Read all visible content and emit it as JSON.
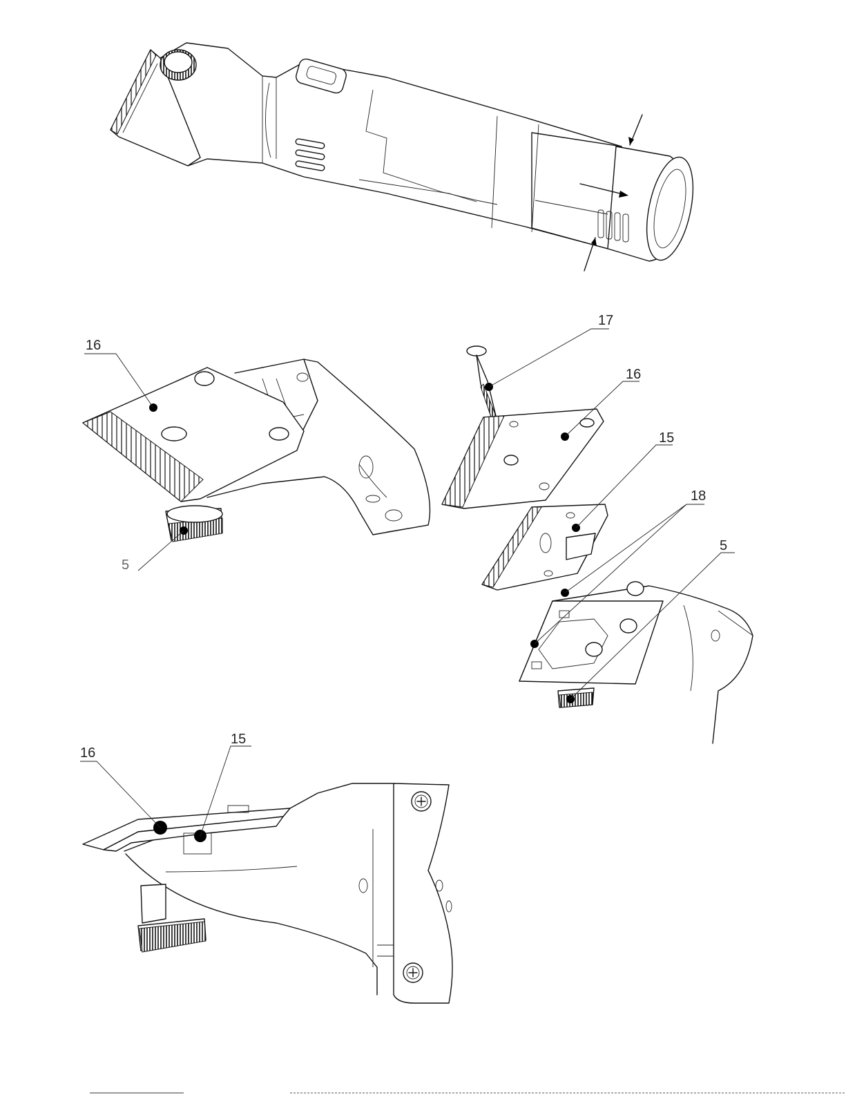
{
  "figures": {
    "exploded": {
      "labels": {
        "screw": "17",
        "blade_top": "16",
        "blade_cutter": "15",
        "pins": "18",
        "knob": "5"
      }
    },
    "head_assembled": {
      "labels": {
        "blade_top": "16",
        "knob": "5"
      }
    },
    "side_view": {
      "labels": {
        "blade_top": "16",
        "blade_cutter": "15"
      }
    }
  },
  "colors": {
    "line": "#111111",
    "background": "#ffffff"
  }
}
